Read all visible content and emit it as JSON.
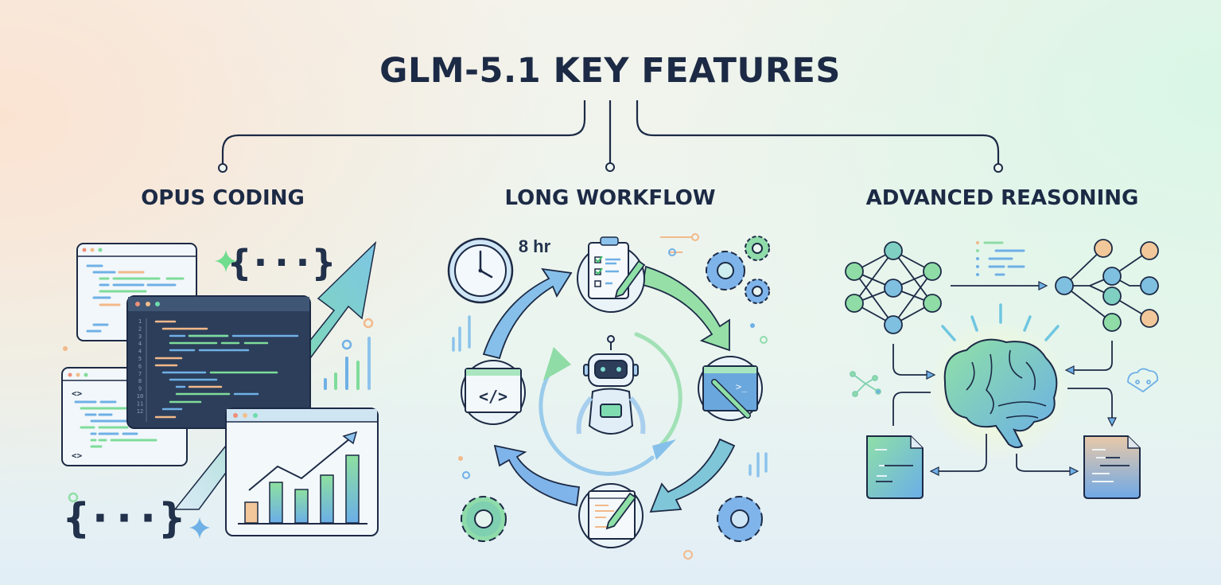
{
  "title": "GLM-5.1 KEY FEATURES",
  "sections": [
    {
      "label": "OPUS CODING"
    },
    {
      "label": "LONG WORKFLOW"
    },
    {
      "label": "ADVANCED REASONING"
    }
  ],
  "coding": {
    "braces_text": "{···}",
    "tag_text": "<>",
    "line_numbers": [
      "1",
      "2",
      "3",
      "4",
      "4",
      "5",
      "6",
      "7",
      "8",
      "9",
      "10",
      "11",
      "12"
    ]
  },
  "workflow": {
    "duration": "8 hr",
    "code_tag": "</>",
    "prompt_symbol": ">_"
  },
  "colors": {
    "ink": "#1c2a45",
    "blue": "#6fb0e6",
    "green": "#7fdc9a",
    "orange": "#f2b98a",
    "editor": "#2c3e5a"
  }
}
